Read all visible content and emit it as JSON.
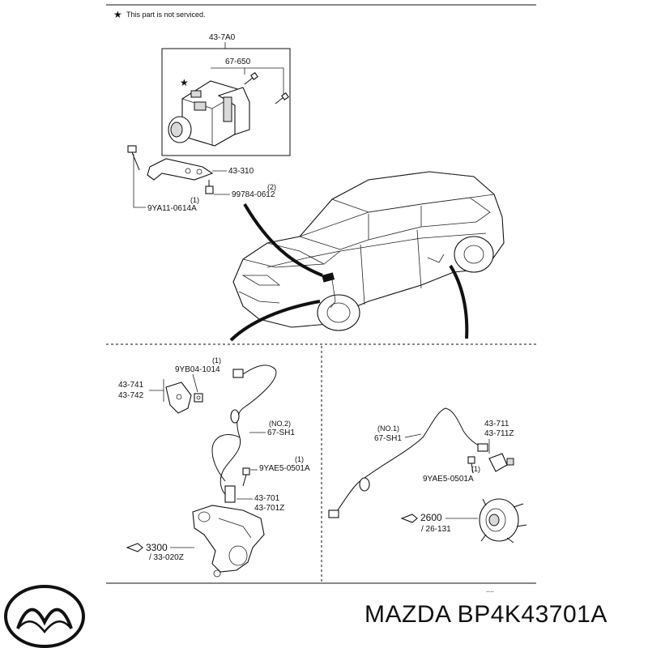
{
  "notice": {
    "star": "★",
    "text": "This part is not serviced."
  },
  "callouts": {
    "hu_assembly": "43-7A0",
    "hu_bolts": "67-650",
    "bracket": "43-310",
    "nut_qty": "(2)",
    "nut": "99784-0612",
    "bolt_qty": "(1)",
    "bolt": "9YA11-0614A",
    "front_bolt_qty": "(1)",
    "front_bolt": "9YB04-1014",
    "front_bracket_1": "43-741",
    "front_bracket_2": "43-742",
    "front_harness_no": "(NO.2)",
    "front_harness": "67-SH1",
    "front_sensor_bolt_qty": "(1)",
    "front_sensor_bolt": "9YAE5-0501A",
    "front_sensor_1": "43-701",
    "front_sensor_2": "43-701Z",
    "knuckle_ref": "3300",
    "knuckle_sub": "/ 33-020Z",
    "rear_harness_no": "(NO.1)",
    "rear_harness": "67-SH1",
    "rear_sensor_1": "43-711",
    "rear_sensor_2": "43-711Z",
    "rear_bolt_qty": "(1)",
    "rear_bolt": "9YAE5-0501A",
    "hub_ref": "2600",
    "hub_sub": "/ 26-131"
  },
  "footer": {
    "brand_text": "MAZDA BP4K43701A"
  }
}
